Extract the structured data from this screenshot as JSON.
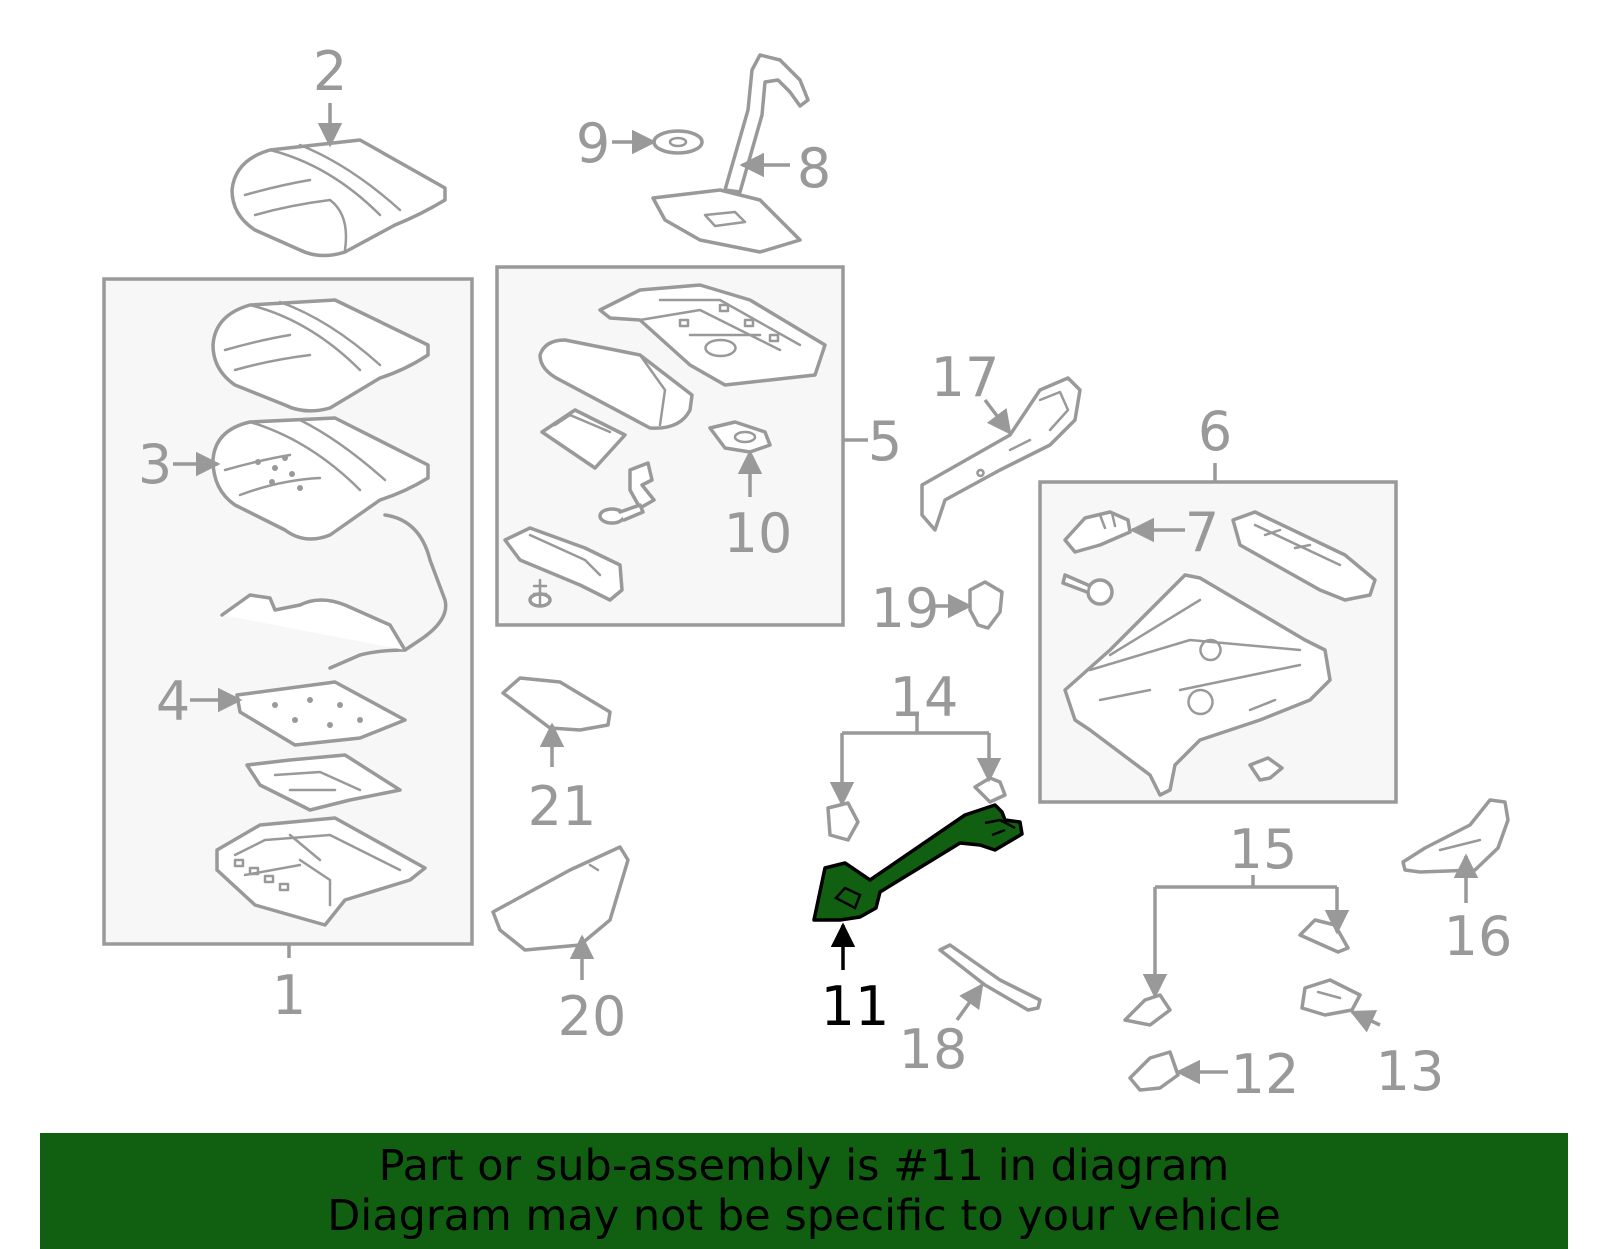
{
  "diagram": {
    "highlighted_part": "11",
    "colors": {
      "highlight": "#116011",
      "line_art": "#999999",
      "highlight_label": "#000000"
    },
    "callouts": {
      "c1": "1",
      "c2": "2",
      "c3": "3",
      "c4": "4",
      "c5": "5",
      "c6": "6",
      "c7": "7",
      "c8": "8",
      "c9": "9",
      "c10": "10",
      "c11": "11",
      "c12": "12",
      "c13": "13",
      "c14": "14",
      "c15": "15",
      "c16": "16",
      "c17": "17",
      "c18": "18",
      "c19": "19",
      "c20": "20",
      "c21": "21"
    }
  },
  "footer": {
    "line1": "Part or sub-assembly is #11 in diagram",
    "line2": "Diagram may not be specific to your vehicle",
    "background": "#116011"
  }
}
